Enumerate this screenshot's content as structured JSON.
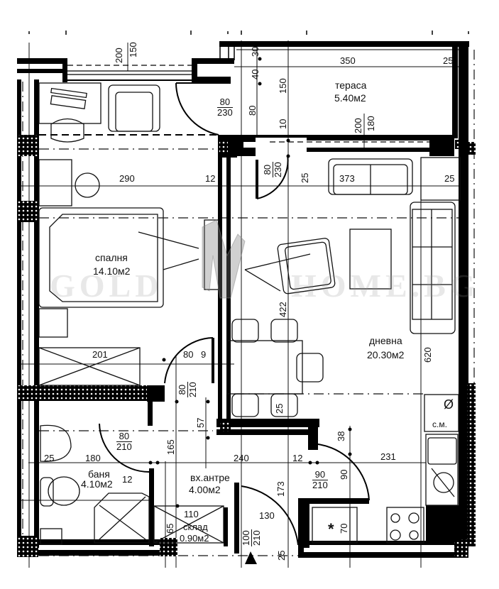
{
  "plan": {
    "type": "apartment floor plan",
    "watermark": {
      "left": "GOLD",
      "right": "HOME.BG"
    },
    "colors": {
      "wall": "#000000",
      "line": "#111111",
      "background": "#ffffff",
      "watermark": "#999999"
    }
  },
  "rooms": {
    "terrace": {
      "name": "тераса",
      "area": "5.40м2"
    },
    "bedroom": {
      "name": "спалня",
      "area": "14.10м2"
    },
    "living": {
      "name": "дневна",
      "area": "20.30м2"
    },
    "bathroom": {
      "name": "баня",
      "area": "4.10м2"
    },
    "hall": {
      "name": "вх.антре",
      "area": "4.00м2"
    },
    "storage": {
      "name": "склад",
      "area": "0.90м2"
    }
  },
  "fixtures": {
    "washing_machine": "с.м.",
    "washing_machine_symbol": "Ø",
    "fridge_symbol": "*"
  },
  "dimensions": {
    "top_window": {
      "a": "200",
      "b": "150"
    },
    "terrace_width": "350",
    "terrace_right": "25",
    "terrace_v_30": "30",
    "terrace_v_40": "40",
    "terrace_v_80": "80",
    "terrace_v_150": "150",
    "terrace_v_10": "10",
    "terrace_door": {
      "a": "200",
      "b": "180"
    },
    "bedroom_door_top": {
      "w": "80",
      "h": "230"
    },
    "living_door_top": {
      "w": "80",
      "h": "230"
    },
    "living_25_top": "25",
    "sofa_373": "373",
    "living_25_right": "25",
    "bedroom_290": "290",
    "bedroom_12": "12",
    "dim_422": "422",
    "dim_620": "620",
    "wardrobe_201": "201",
    "bedroom_door_80": "80",
    "bedroom_door_9": "9",
    "bedroom_door_frac": {
      "w": "80",
      "h": "210"
    },
    "dim_57": "57",
    "dim_25_table": "25",
    "dim_38": "38",
    "bath_door": {
      "w": "80",
      "h": "210"
    },
    "dim_165": "165",
    "bath_25": "25",
    "bath_180": "180",
    "bath_12": "12",
    "hall_240": "240",
    "hall_12": "12",
    "kitchen_231": "231",
    "kitchen_door": {
      "w": "90",
      "h": "210"
    },
    "kitchen_90": "90",
    "dim_173": "173",
    "entry_130": "130",
    "storage_110": "110",
    "storage_65": "65",
    "entry_door": {
      "w": "100",
      "h": "210"
    },
    "entry_25": "25",
    "fridge_70": "70"
  }
}
